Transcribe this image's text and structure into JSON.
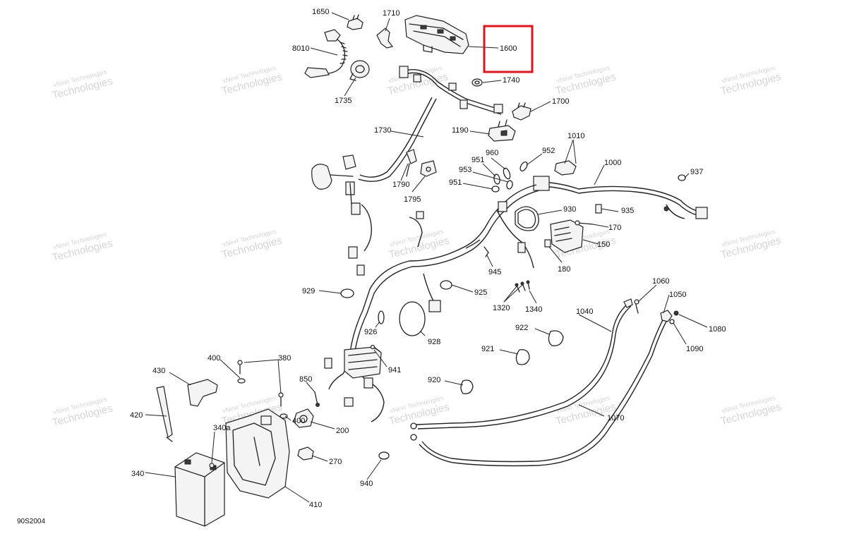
{
  "diagram": {
    "doc_id": "90S2004",
    "highlight_color": "#e0141e",
    "highlighted_part": "1600",
    "watermark": {
      "line1": "vNext Technologies",
      "line2": "Technologies"
    },
    "labels": {
      "l1650": "1650",
      "l1710": "1710",
      "l1600": "1600",
      "l8010": "8010",
      "l1735": "1735",
      "l1740": "1740",
      "l1700": "1700",
      "l1730": "1730",
      "l1190": "1190",
      "l1010": "1010",
      "l1000": "1000",
      "l937": "937",
      "l960": "960",
      "l952": "952",
      "l951a": "951",
      "l953": "953",
      "l951b": "951",
      "l1790": "1790",
      "l1795": "1795",
      "l930": "930",
      "l935": "935",
      "l170": "170",
      "l150": "150",
      "l180": "180",
      "l945": "945",
      "l929": "929",
      "l925": "925",
      "l1320": "1320",
      "l1340": "1340",
      "l1060": "1060",
      "l1050": "1050",
      "l1040": "1040",
      "l1080": "1080",
      "l1090": "1090",
      "l926": "926",
      "l928": "928",
      "l922": "922",
      "l921": "921",
      "l941": "941",
      "l400a": "400",
      "l380": "380",
      "l430": "430",
      "l850": "850",
      "l920": "920",
      "l420": "420",
      "l400b": "400",
      "l340a": "340a",
      "l200": "200",
      "l1070": "1070",
      "l270": "270",
      "l340": "340",
      "l940": "940",
      "l410": "410"
    }
  }
}
